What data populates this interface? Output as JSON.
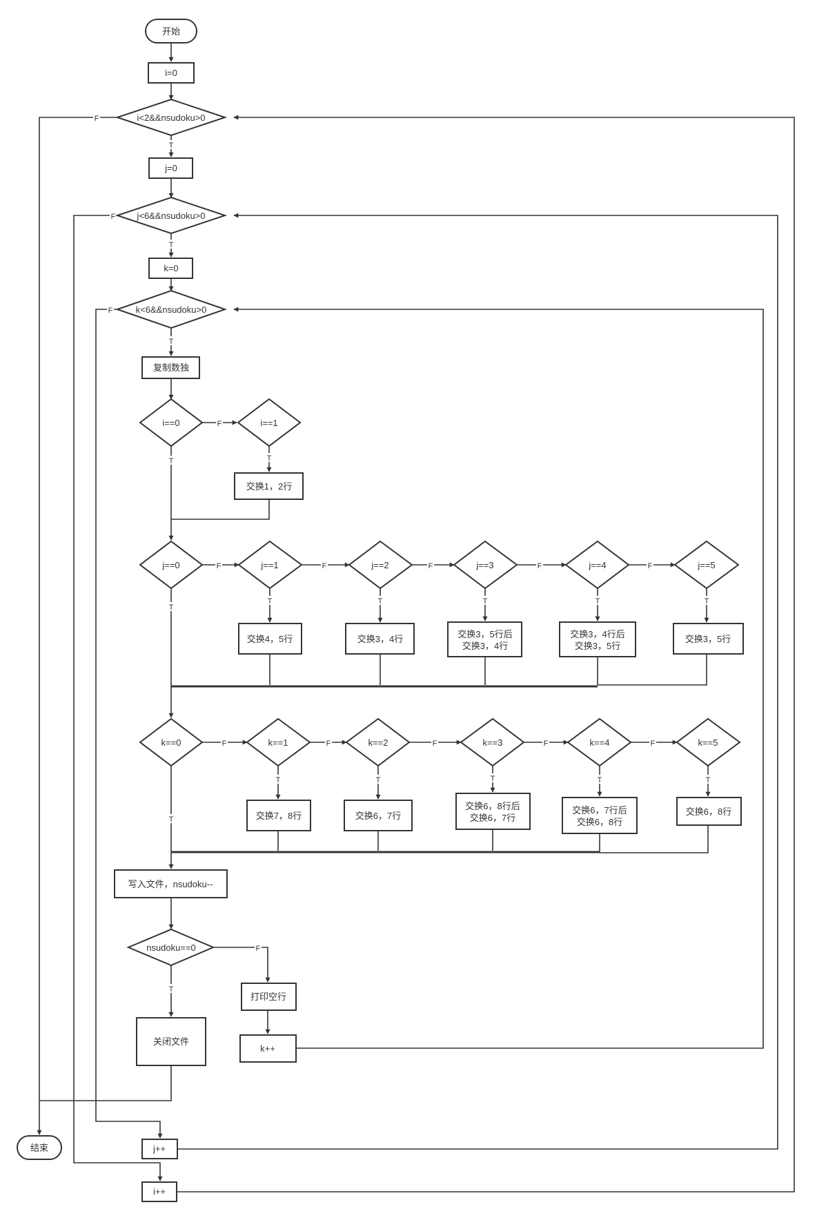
{
  "nodes": {
    "start": "开始",
    "i0": "i=0",
    "d_i": "i<2&&nsudoku>0",
    "j0": "j=0",
    "d_j": "j<6&&nsudoku>0",
    "k0": "k=0",
    "d_k": "k<6&&nsudoku>0",
    "copy": "复制数独",
    "i_eq0": "i==0",
    "i_eq1": "i==1",
    "swap12": "交换1，2行",
    "j_eq0": "j==0",
    "j_eq1": "j==1",
    "j_eq2": "j==2",
    "j_eq3": "j==3",
    "j_eq4": "j==4",
    "j_eq5": "j==5",
    "swap45": "交换4，5行",
    "swap34": "交换3，4行",
    "swap35_34": [
      "交换3，5行后",
      "交换3，4行"
    ],
    "swap34_35": [
      "交换3，4行后",
      "交换3，5行"
    ],
    "swap35": "交换3，5行",
    "k_eq0": "k==0",
    "k_eq1": "k==1",
    "k_eq2": "k==2",
    "k_eq3": "k==3",
    "k_eq4": "k==4",
    "k_eq5": "k==5",
    "swap78": "交换7，8行",
    "swap67": "交换6，7行",
    "swap68_67": [
      "交换6，8行后",
      "交换6，7行"
    ],
    "swap67_68": [
      "交换6，7行后",
      "交换6，8行"
    ],
    "swap68": "交换6，8行",
    "write": "写入文件，nsudoku--",
    "d_ns": "nsudoku==0",
    "print": "打印空行",
    "kpp": "k++",
    "close": "关闭文件",
    "end": "结束",
    "jpp": "j++",
    "ipp": "i++"
  },
  "edge_labels": {
    "true": "T",
    "false": "F"
  },
  "colors": {
    "stroke": "#333333",
    "fill": "#ffffff"
  }
}
